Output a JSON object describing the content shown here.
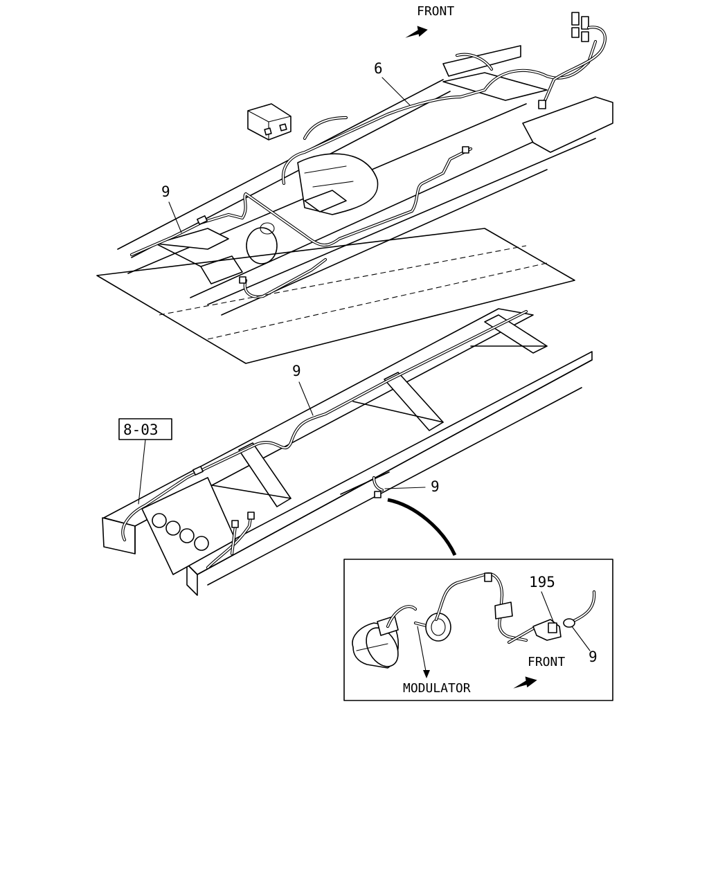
{
  "labels": {
    "front_top": "FRONT",
    "callout_6": "6",
    "callout_9_upper": "9",
    "callout_9_middle": "9",
    "callout_9_side": "9",
    "ref_box": "8-03",
    "detail_195": "195",
    "detail_9": "9",
    "detail_front": "FRONT",
    "modulator": "MODULATOR"
  }
}
